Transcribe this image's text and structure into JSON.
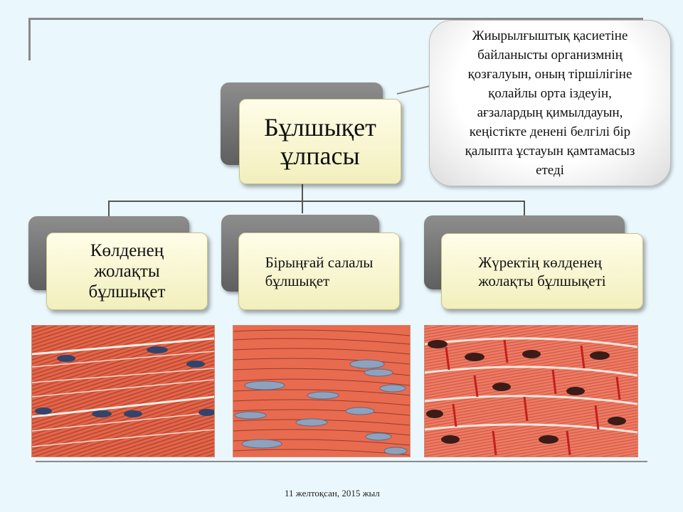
{
  "main_card": {
    "label": "Бұлшықет\nұлпасы"
  },
  "callout": {
    "text": "Жиырылғыштық қасиетіне\nбайланысты организмнің\nқозғалуын, оның тіршілігіне\nқолайлы орта іздеуін,\nағзалардың қимылдауын,\nкеңістікте денені белгілі бір\nқалыпта ұстауын қамтамасыз\nетеді"
  },
  "categories": [
    {
      "label": "Көлденең\nжолақты\nбұлшықет"
    },
    {
      "label": "Бірыңғай салалы\nбұлшықет"
    },
    {
      "label": "Жүректің көлденең\nжолақты бұлшықеті"
    }
  ],
  "images": [
    {
      "icon": "striated-muscle-tissue-image"
    },
    {
      "icon": "smooth-muscle-tissue-image"
    },
    {
      "icon": "cardiac-muscle-tissue-image"
    }
  ],
  "footer": {
    "date": "11 желтоқсан, 2015 жыл"
  },
  "colors": {
    "background": "#eaf7fc",
    "card_fill": "#f6f3c6",
    "muscle": "#e3654a",
    "nucleus_striated": "#33436b",
    "nucleus_smooth": "#8fa2bd",
    "nucleus_cardiac": "#3b1c18"
  }
}
